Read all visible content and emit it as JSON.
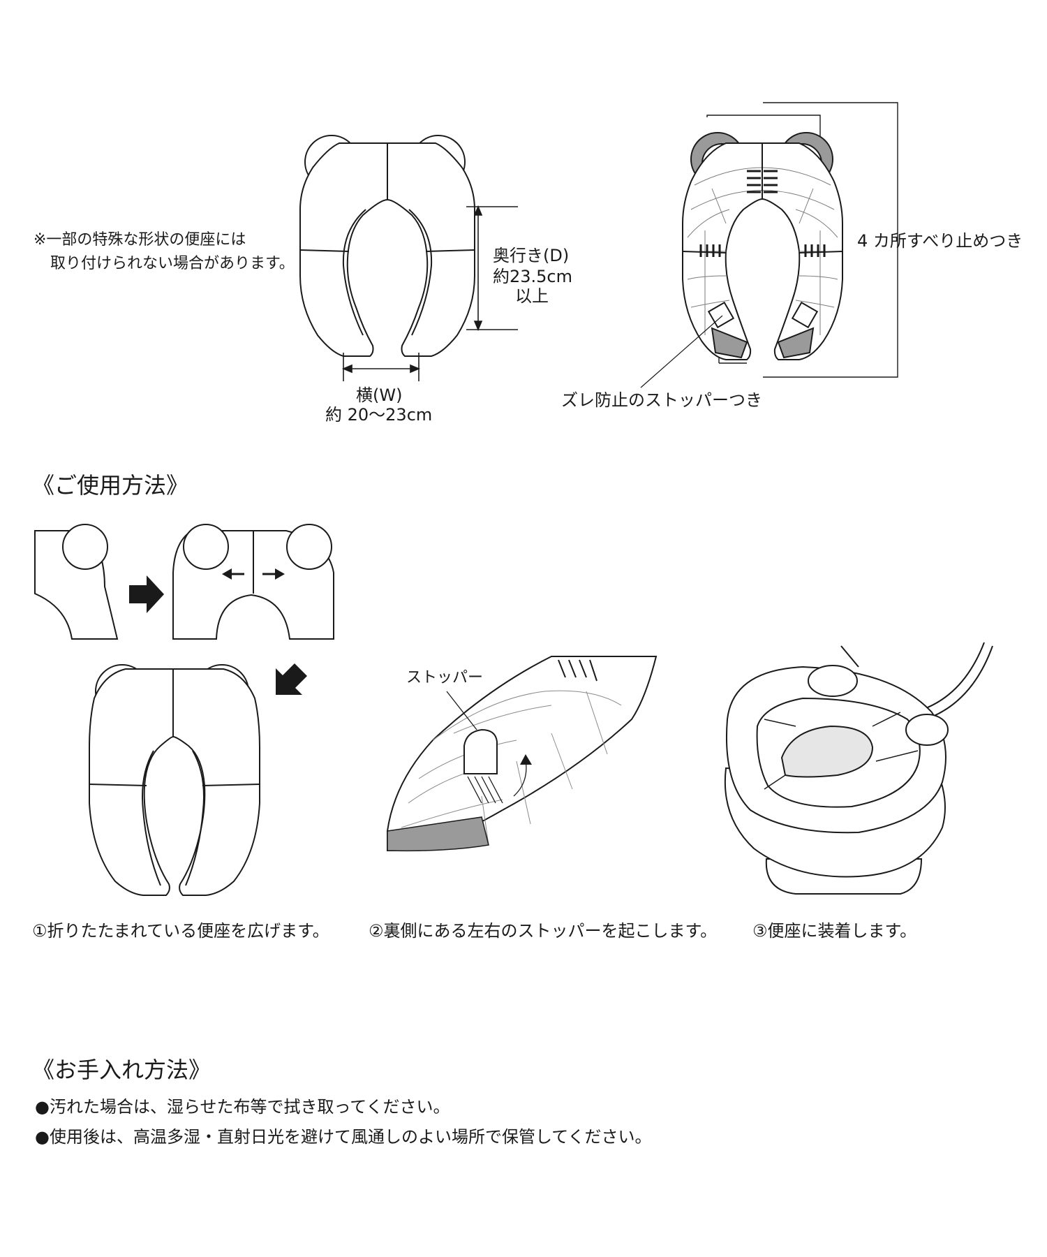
{
  "spec": {
    "note_line1": "※一部の特殊な形状の便座には",
    "note_line2": "取り付けられない場合があります。",
    "depth_line1": "奥行き(D)",
    "depth_line2": "約23.5cm",
    "depth_line3": "以上",
    "width_line1": "横(W)",
    "width_line2": "約 20〜23cm",
    "nonslip_label": "4 カ所すべり止めつき",
    "stopper_label": "ズレ防止のストッパーつき"
  },
  "usage": {
    "heading": "《ご使用方法》",
    "stopper_tag": "ストッパー",
    "step1": "①折りたたまれている便座を広げます。",
    "step2": "②裏側にある左右のストッパーを起こします。",
    "step3": "③便座に装着します。"
  },
  "care": {
    "heading": "《お手入れ方法》",
    "items": [
      "●汚れた場合は、湿らせた布等で拭き取ってください。",
      "●使用後は、高温多湿・直射日光を避けて風通しのよい場所で保管してください。"
    ]
  },
  "colors": {
    "line": "#1a1a1a",
    "gray_fill": "#9a9a9a",
    "light_fill": "#e6e6e6",
    "background": "#ffffff"
  }
}
